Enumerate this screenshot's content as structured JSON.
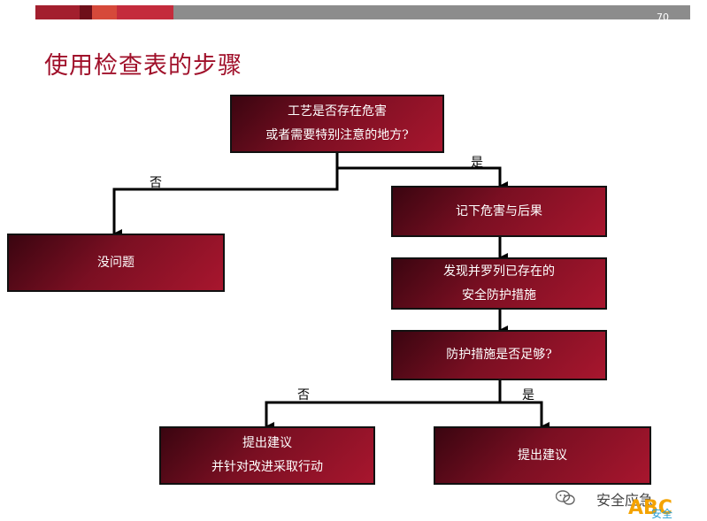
{
  "page_number": "70",
  "title": "使用检查表的步骤",
  "colors": {
    "accent": "#a0102a",
    "box_dark": "#3a0510",
    "box_light": "#a8162e",
    "bar_gray": "#8c8c8c"
  },
  "nodes": {
    "q1": {
      "line1": "工艺是否存在危害",
      "line2": "或者需要特别注意的地方?"
    },
    "no_problem": {
      "line1": "没问题"
    },
    "record": {
      "line1": "记下危害与后果"
    },
    "list_measures": {
      "line1": "发现并罗列已存在的",
      "line2": "安全防护措施"
    },
    "q2": {
      "line1": "防护措施是否足够?"
    },
    "suggest_act": {
      "line1": "提出建议",
      "line2": "并针对改进采取行动"
    },
    "suggest": {
      "line1": "提出建议"
    }
  },
  "edge_labels": {
    "q1_no": "否",
    "q1_yes": "是",
    "q2_no": "否",
    "q2_yes": "是"
  },
  "watermark": {
    "text": "安全应急",
    "logo": "ABC",
    "logo_sub": "安全",
    "icon": "wechat-icon"
  }
}
